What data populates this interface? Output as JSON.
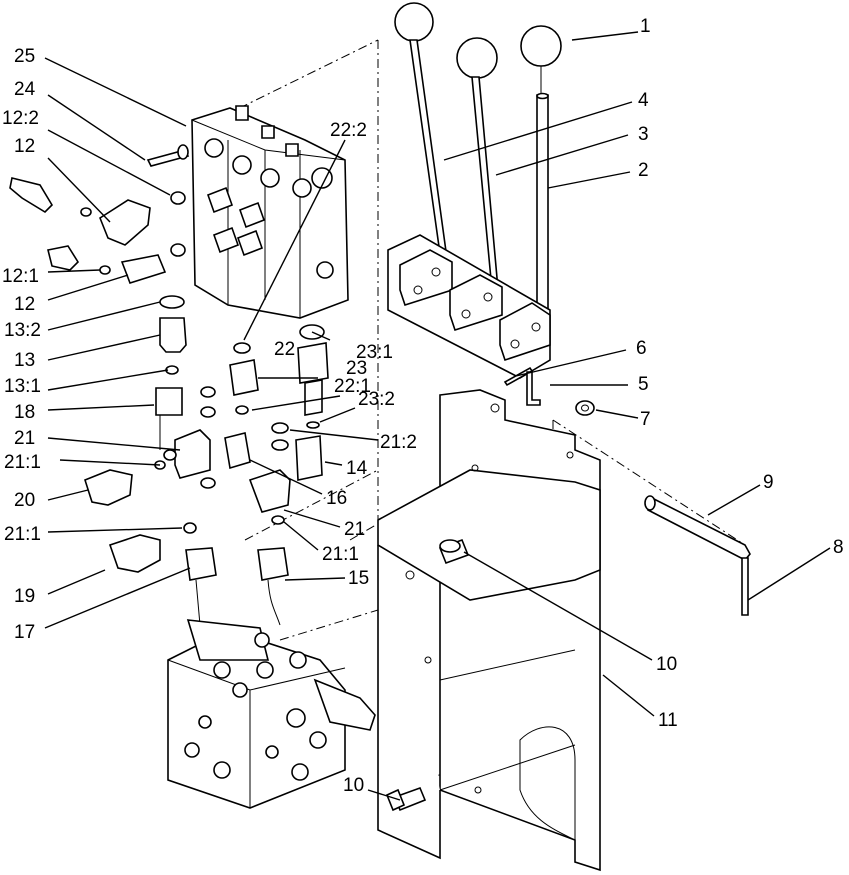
{
  "callouts": [
    {
      "id": "1",
      "label": "1"
    },
    {
      "id": "2",
      "label": "2"
    },
    {
      "id": "3",
      "label": "3"
    },
    {
      "id": "4",
      "label": "4"
    },
    {
      "id": "5",
      "label": "5"
    },
    {
      "id": "6",
      "label": "6"
    },
    {
      "id": "7",
      "label": "7"
    },
    {
      "id": "8",
      "label": "8"
    },
    {
      "id": "9",
      "label": "9"
    },
    {
      "id": "10a",
      "label": "10"
    },
    {
      "id": "10b",
      "label": "10"
    },
    {
      "id": "11",
      "label": "11"
    },
    {
      "id": "12a",
      "label": "12"
    },
    {
      "id": "12b",
      "label": "12"
    },
    {
      "id": "12_1",
      "label": "12:1"
    },
    {
      "id": "12_2",
      "label": "12:2"
    },
    {
      "id": "13",
      "label": "13"
    },
    {
      "id": "13_1",
      "label": "13:1"
    },
    {
      "id": "13_2",
      "label": "13:2"
    },
    {
      "id": "14",
      "label": "14"
    },
    {
      "id": "15",
      "label": "15"
    },
    {
      "id": "16",
      "label": "16"
    },
    {
      "id": "17",
      "label": "17"
    },
    {
      "id": "18",
      "label": "18"
    },
    {
      "id": "19",
      "label": "19"
    },
    {
      "id": "20",
      "label": "20"
    },
    {
      "id": "21a",
      "label": "21"
    },
    {
      "id": "21b",
      "label": "21"
    },
    {
      "id": "21_1a",
      "label": "21:1"
    },
    {
      "id": "21_1b",
      "label": "21:1"
    },
    {
      "id": "21_1c",
      "label": "21:1"
    },
    {
      "id": "21_2",
      "label": "21:2"
    },
    {
      "id": "22",
      "label": "22"
    },
    {
      "id": "22_1",
      "label": "22:1"
    },
    {
      "id": "22_2",
      "label": "22:2"
    },
    {
      "id": "23",
      "label": "23"
    },
    {
      "id": "23_1",
      "label": "23:1"
    },
    {
      "id": "23_2",
      "label": "23:2"
    },
    {
      "id": "24",
      "label": "24"
    },
    {
      "id": "25",
      "label": "25"
    }
  ]
}
